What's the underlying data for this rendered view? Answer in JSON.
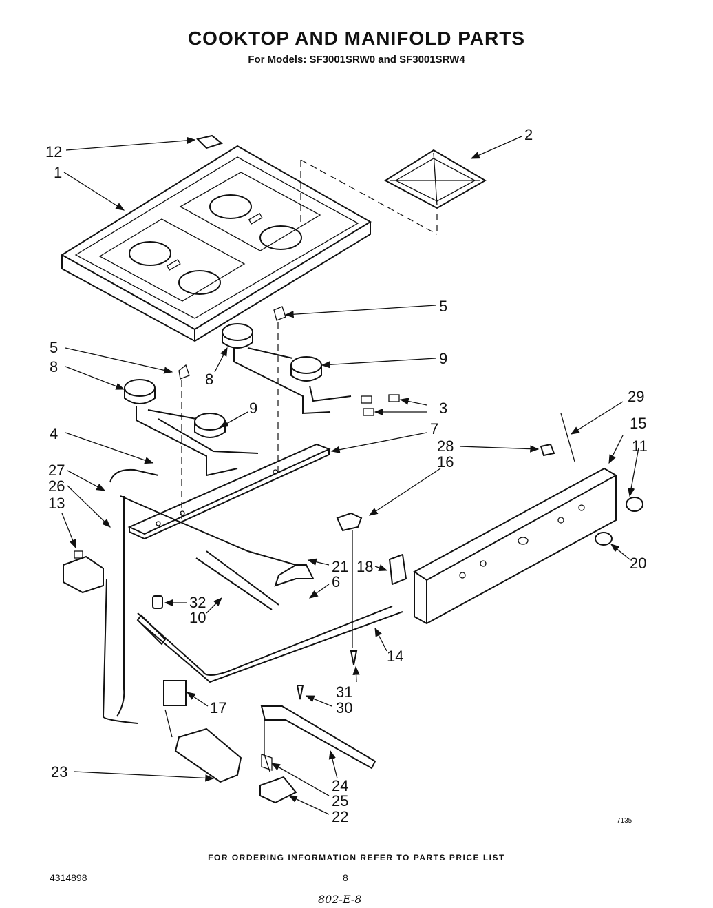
{
  "header": {
    "title": "COOKTOP AND MANIFOLD PARTS",
    "subtitle": "For Models: SF3001SRW0 and SF3001SRW4"
  },
  "callouts": [
    "12",
    "1",
    "2",
    "5",
    "5",
    "8",
    "8",
    "9",
    "9",
    "3",
    "29",
    "7",
    "15",
    "4",
    "28",
    "11",
    "27",
    "16",
    "26",
    "13",
    "21",
    "18",
    "20",
    "6",
    "32",
    "10",
    "14",
    "31",
    "30",
    "17",
    "23",
    "24",
    "25",
    "22"
  ],
  "footer": {
    "ordering_note": "FOR ORDERING INFORMATION REFER TO PARTS PRICE LIST",
    "document_number": "4314898",
    "page_number": "8",
    "handwritten_code": "802-E-8",
    "art_code": "7135"
  }
}
